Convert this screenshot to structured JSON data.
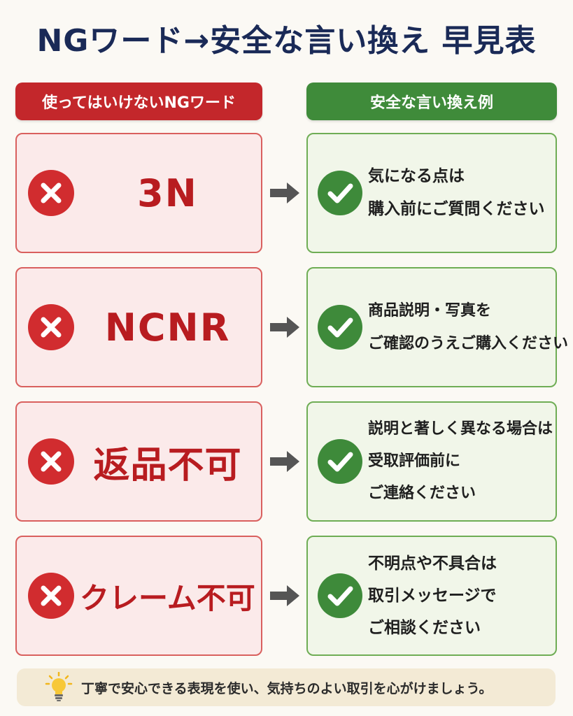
{
  "title": "NGワード→安全な言い換え 早見表",
  "headers": {
    "ng": "使ってはいけないNGワード",
    "safe": "安全な言い換え例"
  },
  "rows": [
    {
      "ng_word": "3N",
      "safe_lines": [
        "気になる点は",
        "購入前にご質問ください"
      ]
    },
    {
      "ng_word": "NCNR",
      "safe_lines": [
        "商品説明・写真を",
        "ご確認のうえご購入ください"
      ]
    },
    {
      "ng_word": "返品不可",
      "safe_lines": [
        "説明と著しく異なる場合は",
        "受取評価前に",
        "ご連絡ください"
      ]
    },
    {
      "ng_word": "クレーム不可",
      "safe_lines": [
        "不明点や不具合は",
        "取引メッセージで",
        "ご相談ください"
      ]
    }
  ],
  "footer": {
    "icon": "lightbulb-icon",
    "text": "丁寧で安心できる表現を使い、気持ちのよい取引を心がけましょう。"
  },
  "colors": {
    "title": "#1a2a57",
    "ng_red": "#c3272b",
    "safe_green": "#3f8b3a",
    "ng_card_bg": "#fbeaea",
    "safe_card_bg": "#f1f6e9",
    "footer_bg": "#f3ead5"
  },
  "icons": {
    "ng": "x-circle-icon",
    "safe": "check-circle-icon",
    "arrow": "arrow-right-icon"
  }
}
